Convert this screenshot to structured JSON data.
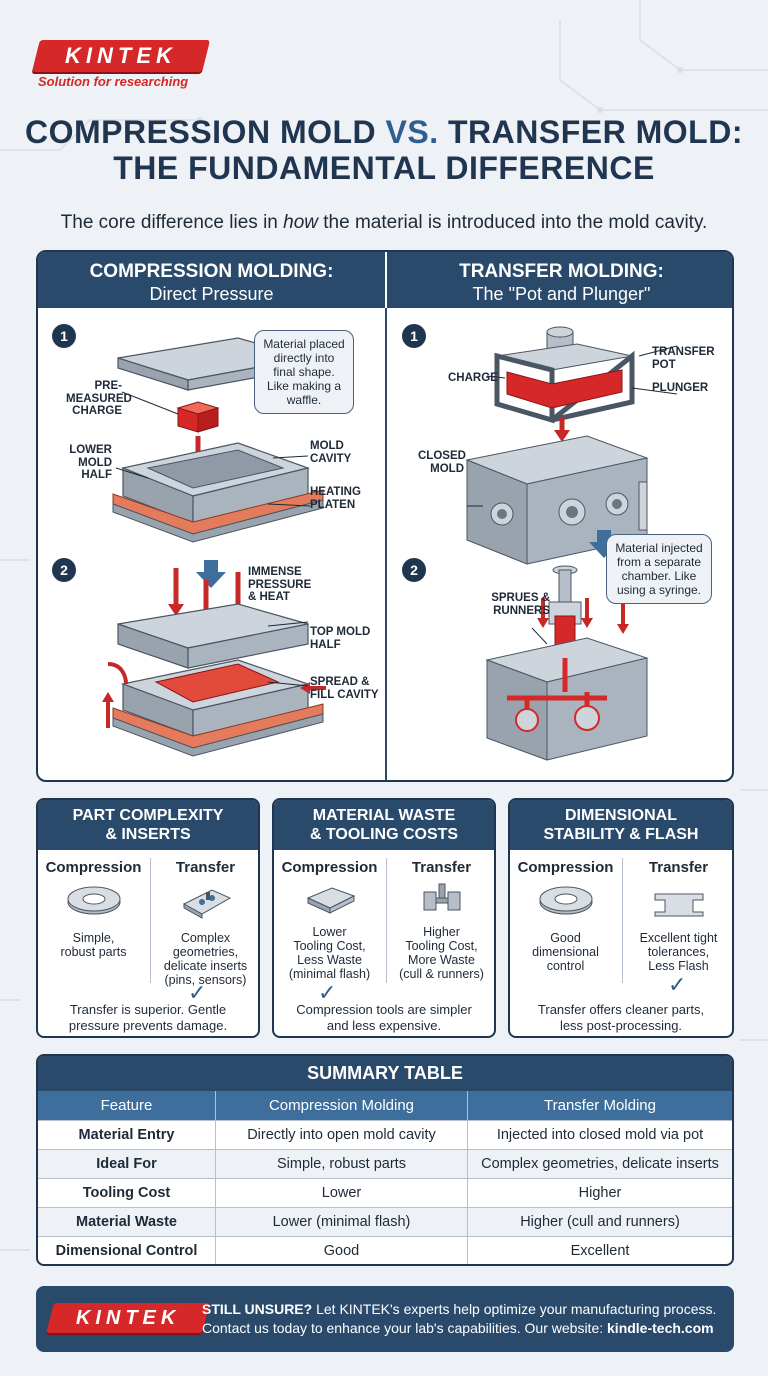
{
  "brand": {
    "logo_text": "KINTEK",
    "tagline": "Solution for researching"
  },
  "title": {
    "part1": "COMPRESSION MOLD",
    "vs": " VS. ",
    "part2": "TRANSFER MOLD:",
    "line2": "THE FUNDAMENTAL DIFFERENCE"
  },
  "subtitle": {
    "before": "The core difference lies in ",
    "emph": "how",
    "after": " the material is introduced into the mold cavity."
  },
  "compression": {
    "heading": "COMPRESSION MOLDING:",
    "subheading": "Direct Pressure",
    "step1": "1",
    "step2": "2",
    "bubble": "Material placed directly into final shape. Like making a waffle.",
    "labels": {
      "charge": "PRE-\nMEASURED\nCHARGE",
      "lower": "LOWER\nMOLD\nHALF",
      "cavity": "MOLD\nCAVITY",
      "platen": "HEATING\nPLATEN",
      "pressure": "IMMENSE\nPRESSURE\n& HEAT",
      "top": "TOP MOLD\nHALF",
      "spread": "SPREAD &\nFILL CAVITY"
    }
  },
  "transfer": {
    "heading": "TRANSFER MOLDING:",
    "subheading": "The \"Pot and Plunger\"",
    "step1": "1",
    "step2": "2",
    "bubble": "Material injected from a separate chamber. Like using a syringe.",
    "labels": {
      "pot": "TRANSFER\nPOT",
      "charge": "CHARGE",
      "plunger": "PLUNGER",
      "closed": "CLOSED\nMOLD",
      "sprues": "SPRUES &\nRUNNERS"
    }
  },
  "cards": [
    {
      "title": "PART COMPLEXITY\n& INSERTS",
      "left_head": "Compression",
      "left_text": "Simple,\nrobust parts",
      "right_head": "Transfer",
      "right_text": "Complex\ngeometries,\ndelicate inserts\n(pins, sensors)",
      "footer": "Transfer is superior. Gentle\npressure prevents damage."
    },
    {
      "title": "MATERIAL WASTE\n& TOOLING COSTS",
      "left_head": "Compression",
      "left_text": "Lower\nTooling Cost,\nLess Waste\n(minimal flash)",
      "right_head": "Transfer",
      "right_text": "Higher\nTooling Cost,\nMore Waste\n(cull & runners)",
      "footer": "Compression tools are simpler\nand less expensive."
    },
    {
      "title": "DIMENSIONAL\nSTABILITY & FLASH",
      "left_head": "Compression",
      "left_text": "Good\ndimensional\ncontrol",
      "right_head": "Transfer",
      "right_text": "Excellent tight\ntolerances,\nLess Flash",
      "footer": "Transfer offers cleaner parts,\nless post-processing."
    }
  ],
  "table": {
    "title": "SUMMARY TABLE",
    "headers": [
      "Feature",
      "Compression Molding",
      "Transfer Molding"
    ],
    "rows": [
      [
        "Material Entry",
        "Directly into open mold cavity",
        "Injected into closed mold via pot"
      ],
      [
        "Ideal For",
        "Simple, robust parts",
        "Complex geometries, delicate inserts"
      ],
      [
        "Tooling Cost",
        "Lower",
        "Higher"
      ],
      [
        "Material Waste",
        "Lower (minimal flash)",
        "Higher (cull and runners)"
      ],
      [
        "Dimensional Control",
        "Good",
        "Excellent"
      ]
    ]
  },
  "footer": {
    "logo_text": "KINTEK",
    "lead": "STILL UNSURE?",
    "line1": " Let KINTEK's experts help optimize your manufacturing process.",
    "line2": "Contact us today to enhance your lab's capabilities. Our website: ",
    "website": "kindle-tech.com"
  },
  "colors": {
    "navy": "#1f3550",
    "header_blue": "#2a4a6c",
    "accent_red": "#d62828",
    "steel": "#a9b3bd"
  }
}
